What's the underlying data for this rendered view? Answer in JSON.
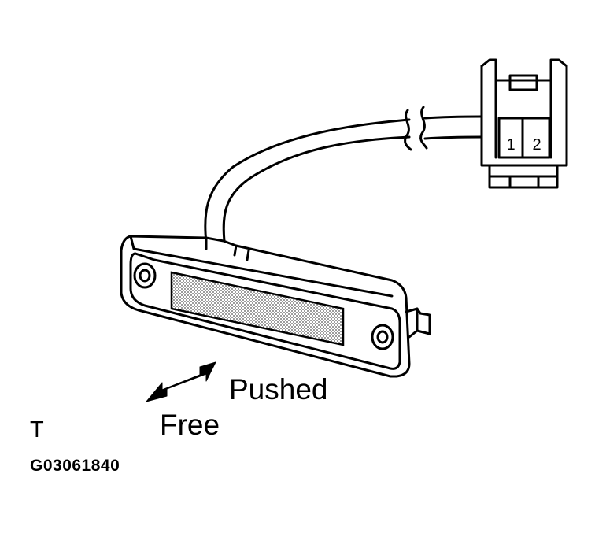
{
  "labels": {
    "pushed": "Pushed",
    "free": "Free",
    "t_mark": "T",
    "figure_code": "G03061840"
  },
  "connector": {
    "pin_1": "1",
    "pin_2": "2"
  },
  "colors": {
    "line": "#000000",
    "background": "#ffffff",
    "lens_fill": "#c8c8c8"
  }
}
